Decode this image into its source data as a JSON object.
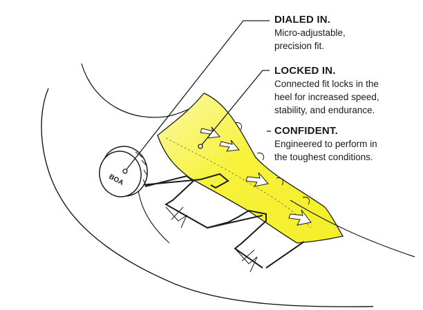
{
  "callouts": [
    {
      "heading": "DIALED IN.",
      "text": "Micro-adjustable,\nprecision fit."
    },
    {
      "heading": "LOCKED IN.",
      "text": "Connected fit locks in the\nheel for increased speed,\nstability, and endurance."
    },
    {
      "heading": "CONFIDENT.",
      "text": "Engineered to perform in\nthe toughest conditions."
    }
  ],
  "dial": {
    "brand": "BOA"
  },
  "colors": {
    "highlight": "#f7f23a",
    "line": "#1a1a1a",
    "background": "#ffffff"
  }
}
